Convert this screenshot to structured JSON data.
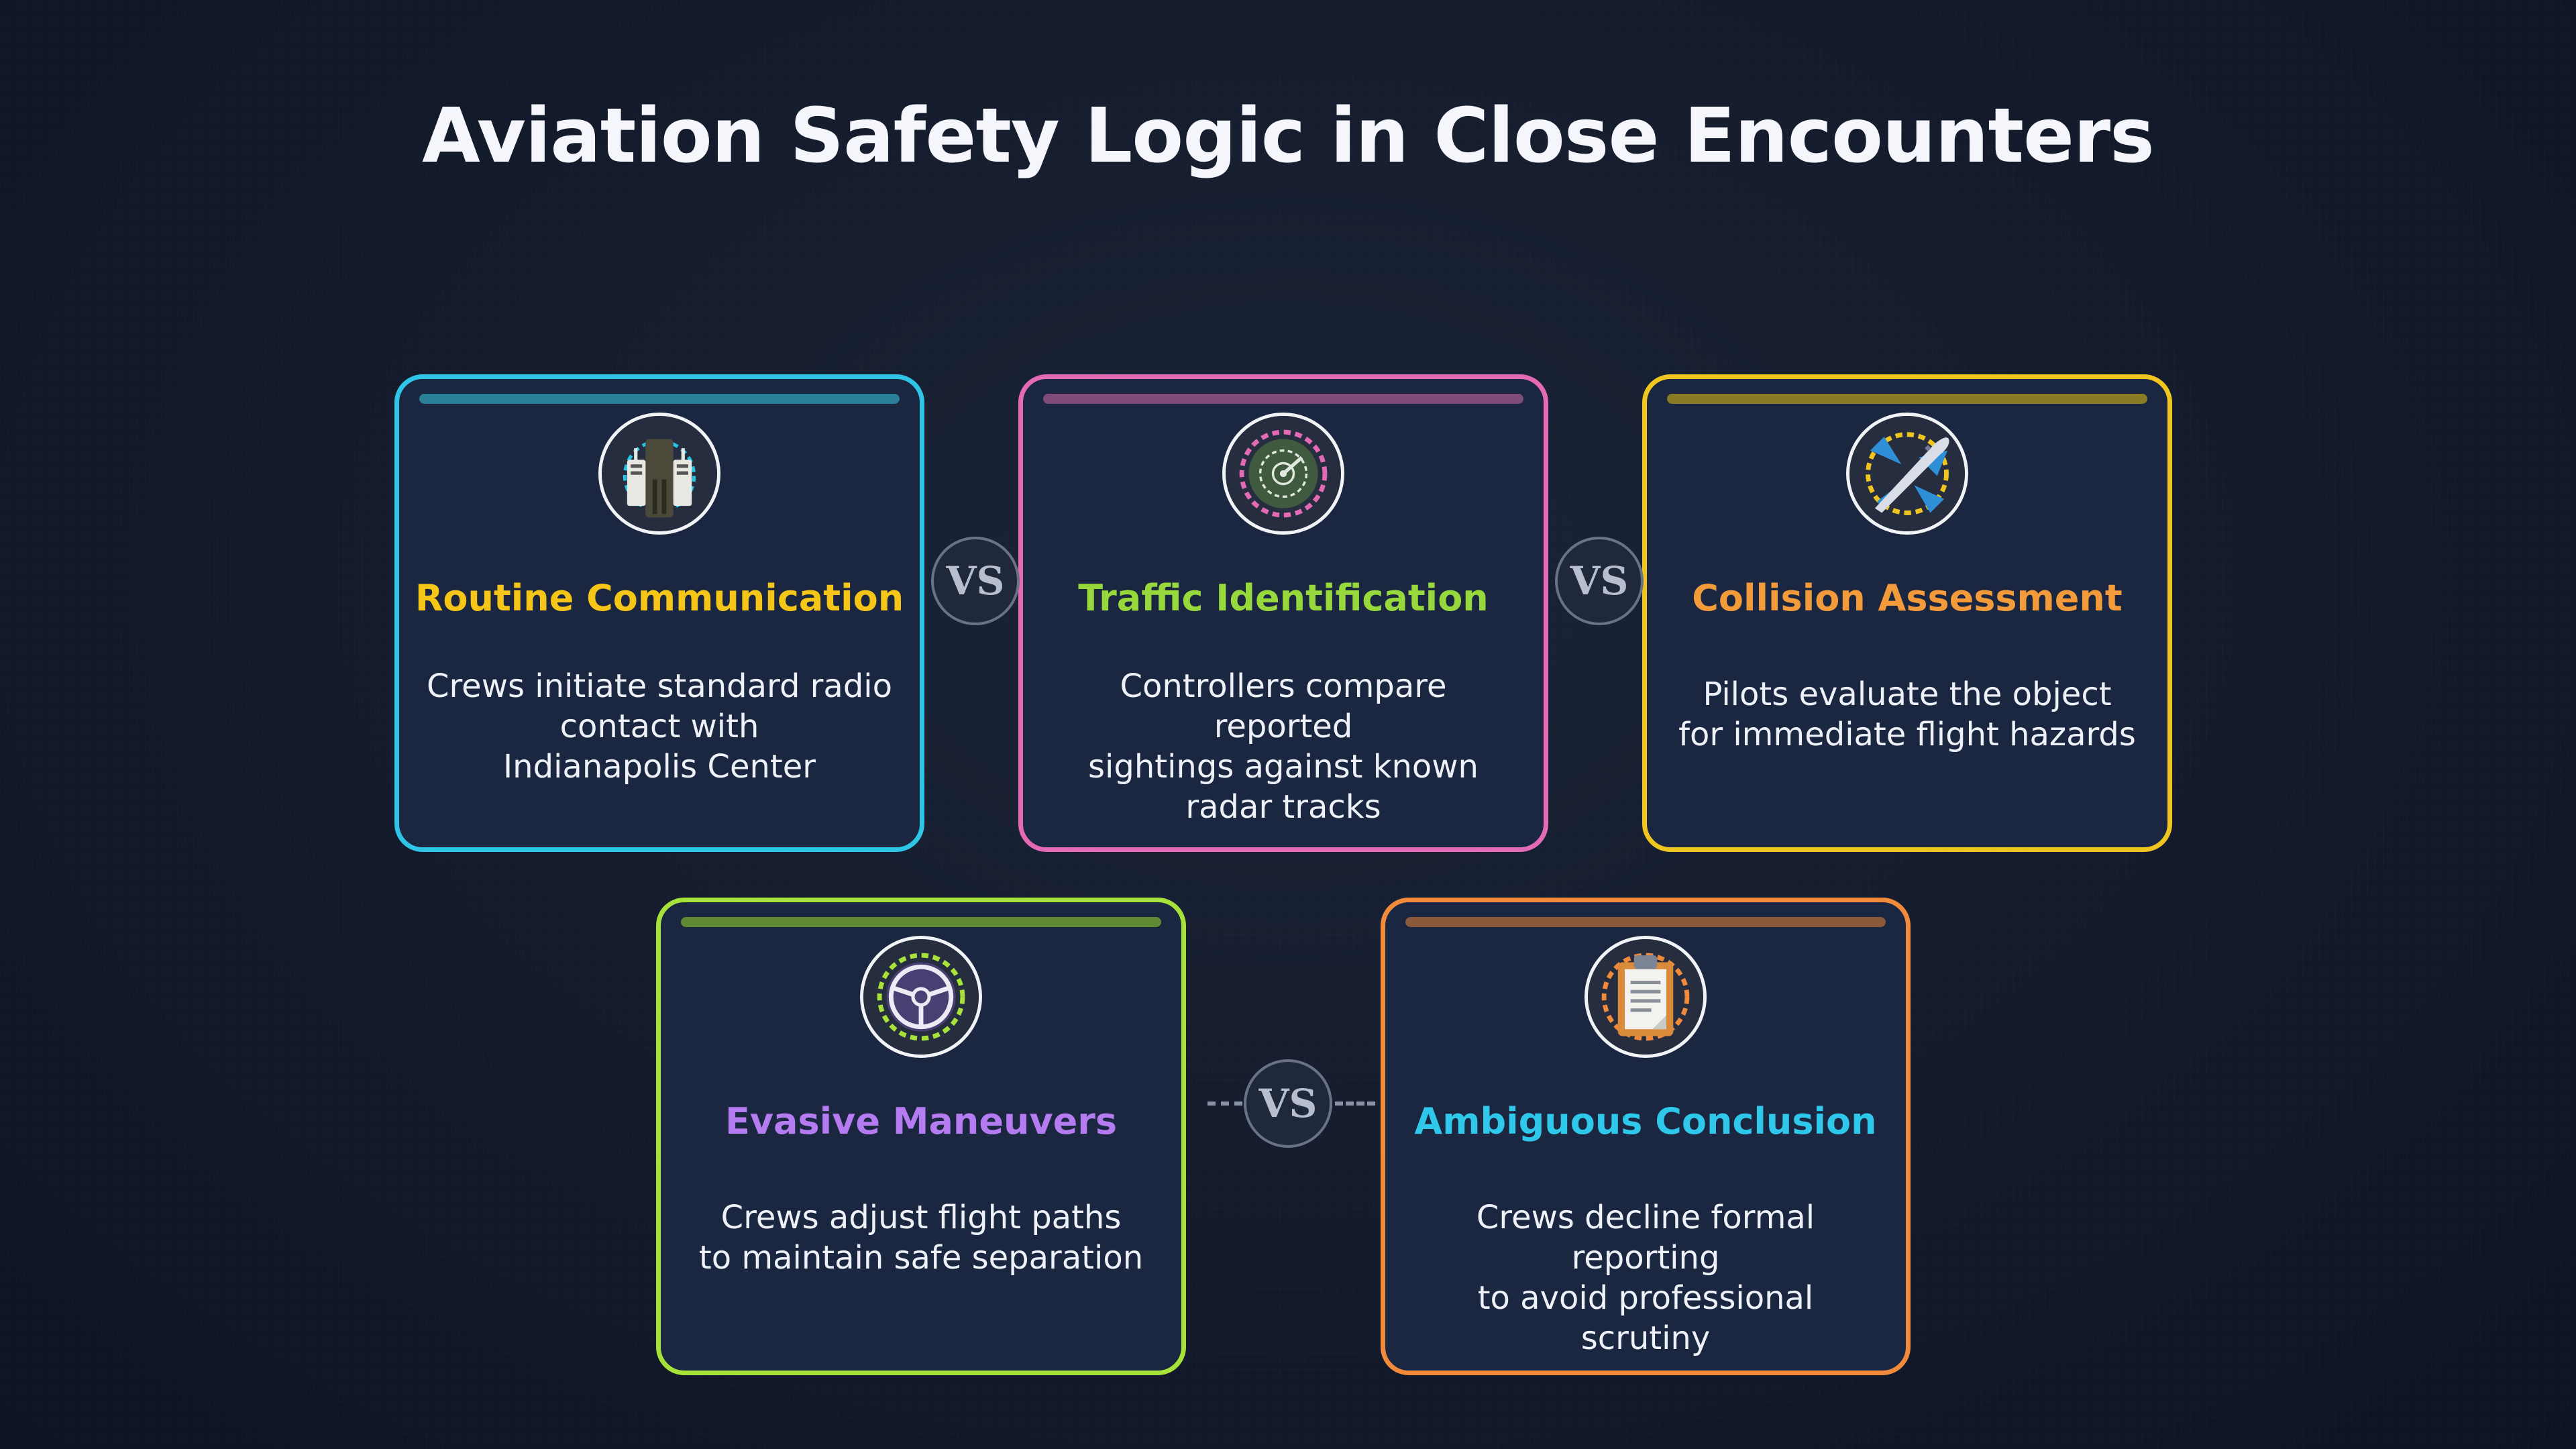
{
  "title": "Aviation Safety Logic in Close Encounters",
  "colors": {
    "background": "#131a2b",
    "card_fill": "#1b2640"
  },
  "vs_label": "VS",
  "cards": [
    {
      "title": "Routine Communication",
      "description": [
        "Crews initiate standard radio",
        "contact with",
        "Indianapolis Center"
      ],
      "icon": "radio-handsets-icon",
      "border_color": "#2ec5e6",
      "bar_color": "#2a7f98",
      "title_color": "#f5c518"
    },
    {
      "title": "Traffic Identification",
      "description": [
        "Controllers compare reported",
        "sightings against known",
        "radar tracks"
      ],
      "icon": "radar-icon",
      "border_color": "#e46ab5",
      "bar_color": "#7f4c7a",
      "title_color": "#97d93c"
    },
    {
      "title": "Collision Assessment",
      "description": [
        "Pilots evaluate the object",
        "for immediate flight hazards"
      ],
      "icon": "airplane-icon",
      "border_color": "#f0c51f",
      "bar_color": "#8a7b25",
      "title_color": "#f39b3a"
    },
    {
      "title": "Evasive Maneuvers",
      "description": [
        "Crews adjust flight paths",
        "to maintain safe separation"
      ],
      "icon": "steering-yoke-icon",
      "border_color": "#a6e23a",
      "bar_color": "#5f8a33",
      "title_color": "#b47cf0"
    },
    {
      "title": "Ambiguous Conclusion",
      "description": [
        "Crews decline formal reporting",
        "to avoid professional scrutiny"
      ],
      "icon": "clipboard-icon",
      "border_color": "#f28a3c",
      "bar_color": "#8a5a3a",
      "title_color": "#2fc8ea"
    }
  ]
}
